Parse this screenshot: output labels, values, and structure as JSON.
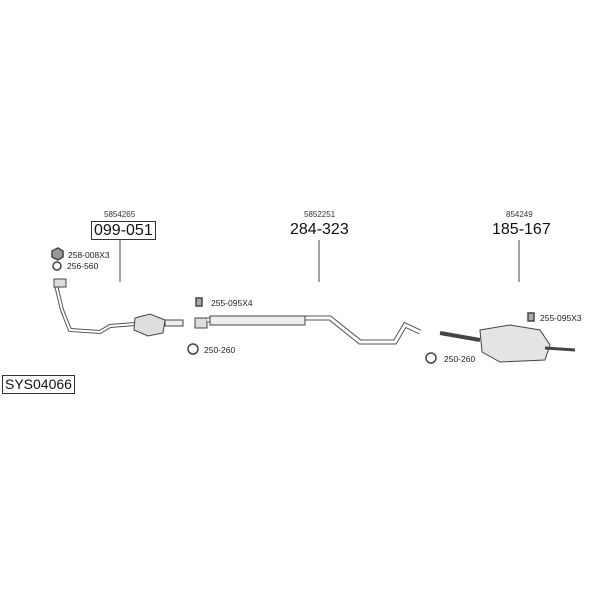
{
  "system_code": "SYS04066",
  "parts": [
    {
      "oe": "5854265",
      "number": "099-051"
    },
    {
      "oe": "5852251",
      "number": "284-323"
    },
    {
      "oe": "854249",
      "number": "185-167"
    }
  ],
  "accessories": {
    "nut": "258-008X3",
    "ring": "256-560",
    "bracket_front": "255-095X4",
    "clamp_front": "250-260",
    "clamp_rear": "250-260",
    "bracket_rear": "255-095X3"
  }
}
